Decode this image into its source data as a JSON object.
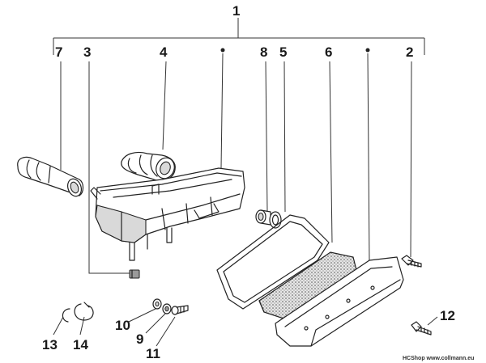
{
  "diagram": {
    "group_label": "1",
    "callouts": {
      "7": "7",
      "3": "3",
      "4": "4",
      "8": "8",
      "5": "5",
      "6": "6",
      "2": "2",
      "12": "12",
      "10": "10",
      "9": "9",
      "11": "11",
      "13": "13",
      "14": "14"
    },
    "credit": "HCShop www.collmann.eu"
  }
}
